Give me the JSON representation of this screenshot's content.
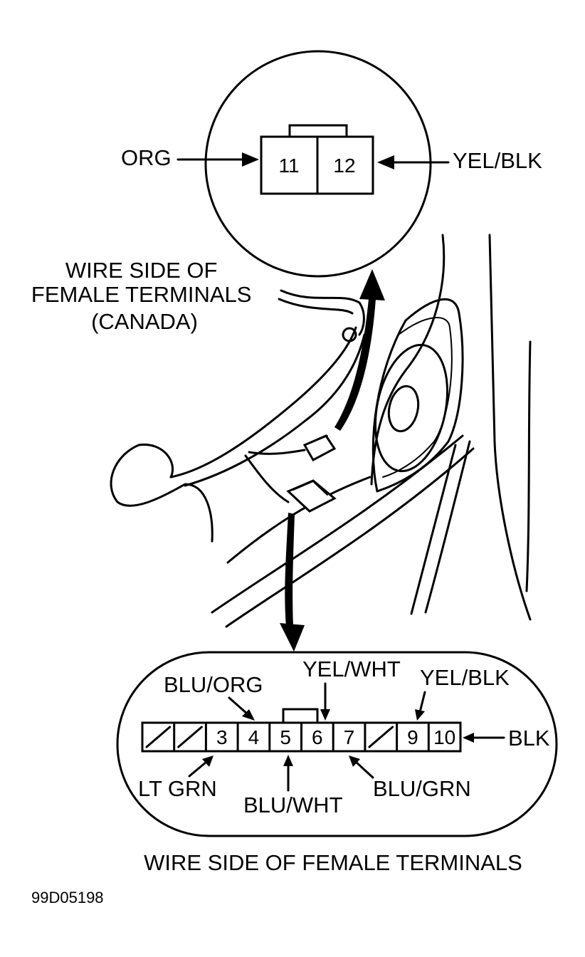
{
  "top_connector": {
    "callout": "WIRE SIDE OF\nFEMALE TERMINALS\n(CANADA)",
    "pins": [
      "11",
      "12"
    ],
    "wires": {
      "left": "ORG",
      "right": "YEL/BLK"
    }
  },
  "bottom_connector": {
    "caption": "WIRE SIDE OF FEMALE TERMINALS",
    "pins": [
      "",
      "",
      "3",
      "4",
      "5",
      "6",
      "7",
      "",
      "9",
      "10"
    ],
    "wires": [
      {
        "pin": "3",
        "color": "LT GRN"
      },
      {
        "pin": "4",
        "color": "BLU/ORG"
      },
      {
        "pin": "5",
        "color": "BLU/WHT"
      },
      {
        "pin": "6",
        "color": "YEL/WHT"
      },
      {
        "pin": "7",
        "color": "BLU/GRN"
      },
      {
        "pin": "9",
        "color": "YEL/BLK"
      },
      {
        "pin": "10",
        "color": "BLK"
      }
    ]
  },
  "figure_code": "99D05198"
}
